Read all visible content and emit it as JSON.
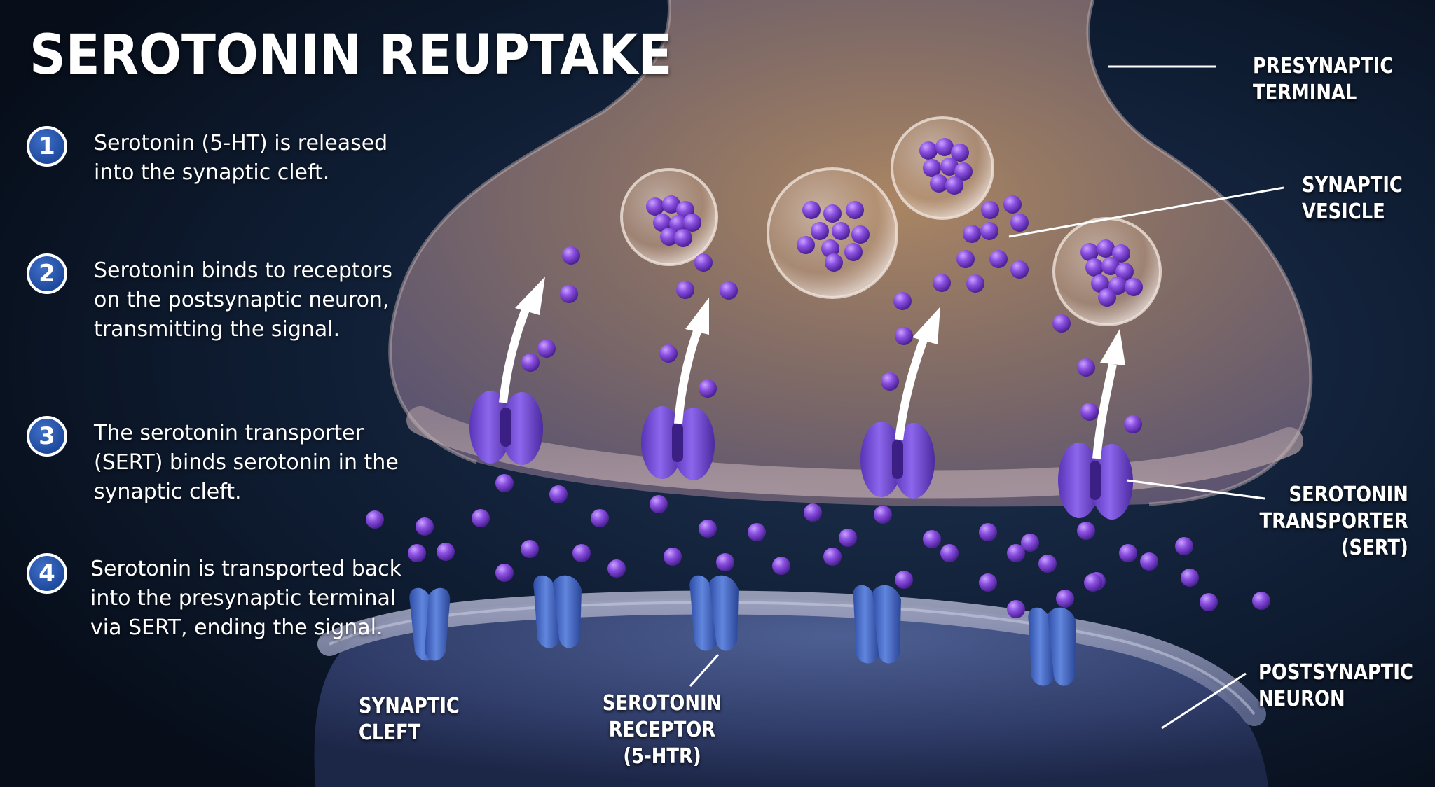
{
  "title": "SEROTONIN REUPTAKE",
  "steps": [
    {
      "number": "1",
      "text": "Serotonin (5-HT) is released into the synaptic cleft."
    },
    {
      "number": "2",
      "text": "Serotonin binds to receptors on the postsynaptic neuron, transmitting the signal."
    },
    {
      "number": "3",
      "text": "The serotonin transporter (SERT) binds serotonin in the synaptic cleft."
    },
    {
      "number": "4",
      "text": "Serotonin is transported back into the presynaptic terminal via SERT, ending the signal."
    }
  ],
  "labels": {
    "presynaptic_terminal": [
      "PRESYNAPTIC",
      "TERMINAL"
    ],
    "synaptic_vesicle": [
      "SYNAPTIC",
      "VESICLE"
    ],
    "serotonin_transporter": [
      "SEROTONIN",
      "TRANSPORTER",
      "(SERT)"
    ],
    "postsynaptic_neuron": [
      "POSTSYNAPTIC",
      "NEURON"
    ],
    "synaptic_cleft": [
      "SYNAPTIC",
      "CLEFT"
    ],
    "serotonin_receptor": [
      "SEROTONIN",
      "RECEPTOR",
      "(5-HTR)"
    ]
  },
  "colors": {
    "background": "#0b1626",
    "presynaptic": "#8a6a58",
    "postsynaptic": "#3a4a78",
    "serotonin": "#8b4fe0",
    "transporter": "#7a50d8",
    "receptor": "#4a6fc8",
    "step_badge": "#2a5ab0"
  }
}
